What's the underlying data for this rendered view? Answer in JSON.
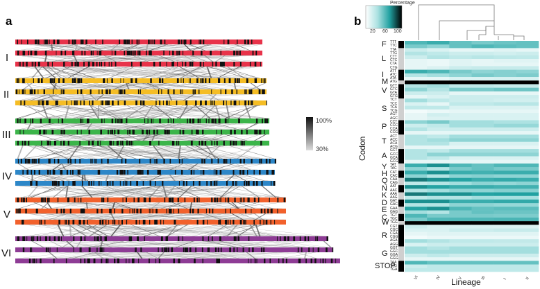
{
  "panel_a": {
    "label": "a",
    "lineages": [
      {
        "label": "I",
        "color": "#e8334a"
      },
      {
        "label": "II",
        "color": "#f5bd25"
      },
      {
        "label": "III",
        "color": "#3cb54a"
      },
      {
        "label": "IV",
        "color": "#2d87c8"
      },
      {
        "label": "V",
        "color": "#f2612c"
      },
      {
        "label": "VI",
        "color": "#8e3c95"
      }
    ],
    "identity_scale": {
      "max_label": "100%",
      "min_label": "30%"
    }
  },
  "panel_b": {
    "label": "b",
    "color_key": {
      "title": "Percentage",
      "ticks": [
        "20",
        "60",
        "100"
      ]
    },
    "ylabel": "Codon",
    "xlabel": "Lineage",
    "columns": [
      "VI",
      "IV",
      "V",
      "III",
      "I",
      "II"
    ],
    "groups": [
      {
        "aa": "F",
        "codons": [
          "TTT",
          "TTC"
        ],
        "bar": "#000000"
      },
      {
        "aa": "L",
        "codons": [
          "TTA",
          "TTG",
          "CTT",
          "CTC",
          "CTA",
          "CTG"
        ],
        "bar": "#000000"
      },
      {
        "aa": "I",
        "codons": [
          "ATT",
          "ATC",
          "ATA"
        ],
        "bar": "#000000"
      },
      {
        "aa": "M",
        "codons": [
          "ATG"
        ],
        "bar": "#000000"
      },
      {
        "aa": "V",
        "codons": [
          "GTT",
          "GTC",
          "GTA",
          "GTG"
        ],
        "bar": "#000000"
      },
      {
        "aa": "S",
        "codons": [
          "TCT",
          "TCC",
          "TCA",
          "TCG",
          "AGT",
          "AGC"
        ],
        "bar": "#000000"
      },
      {
        "aa": "P",
        "codons": [
          "CCT",
          "CCC",
          "CCA",
          "CCG"
        ],
        "bar": "#000000"
      },
      {
        "aa": "T",
        "codons": [
          "ACT",
          "ACC",
          "ACA",
          "ACG"
        ],
        "bar": "#000000"
      },
      {
        "aa": "A",
        "codons": [
          "GCT",
          "GCC",
          "GCA",
          "GCG"
        ],
        "bar": "#000000"
      },
      {
        "aa": "Y",
        "codons": [
          "TAT",
          "TAC"
        ],
        "bar": "#000000"
      },
      {
        "aa": "H",
        "codons": [
          "CAT",
          "CAC"
        ],
        "bar": "#000000"
      },
      {
        "aa": "Q",
        "codons": [
          "CAA",
          "CAG"
        ],
        "bar": "#000000"
      },
      {
        "aa": "N",
        "codons": [
          "AAT",
          "AAC"
        ],
        "bar": "#000000"
      },
      {
        "aa": "K",
        "codons": [
          "AAA",
          "AAG"
        ],
        "bar": "#000000"
      },
      {
        "aa": "D",
        "codons": [
          "GAT",
          "GAC"
        ],
        "bar": "#000000"
      },
      {
        "aa": "E",
        "codons": [
          "GAA",
          "GAG"
        ],
        "bar": "#000000"
      },
      {
        "aa": "C",
        "codons": [
          "TGT",
          "TGC"
        ],
        "bar": "#000000"
      },
      {
        "aa": "W",
        "codons": [
          "TGG"
        ],
        "bar": "#000000"
      },
      {
        "aa": "R",
        "codons": [
          "CGT",
          "CGC",
          "CGA",
          "CGG",
          "AGA",
          "AGG"
        ],
        "bar": "#000000"
      },
      {
        "aa": "G",
        "codons": [
          "GGT",
          "GGC",
          "GGA",
          "GGG"
        ],
        "bar": "#000000"
      },
      {
        "aa": "STOP",
        "codons": [
          "TAA",
          "TAG",
          "TGA"
        ],
        "bar": "#000000"
      }
    ],
    "values": [
      [
        55,
        60,
        50,
        45,
        48,
        50
      ],
      [
        45,
        40,
        50,
        55,
        52,
        50
      ],
      [
        20,
        15,
        10,
        10,
        12,
        10
      ],
      [
        30,
        25,
        20,
        20,
        18,
        20
      ],
      [
        20,
        30,
        25,
        28,
        26,
        25
      ],
      [
        10,
        8,
        12,
        10,
        12,
        12
      ],
      [
        10,
        8,
        12,
        10,
        10,
        10
      ],
      [
        10,
        14,
        20,
        22,
        22,
        22
      ],
      [
        60,
        55,
        45,
        40,
        42,
        40
      ],
      [
        30,
        35,
        40,
        45,
        42,
        44
      ],
      [
        10,
        10,
        15,
        15,
        16,
        16
      ],
      [
        100,
        100,
        100,
        100,
        100,
        100
      ],
      [
        30,
        35,
        25,
        25,
        22,
        22
      ],
      [
        40,
        30,
        45,
        45,
        48,
        48
      ],
      [
        20,
        20,
        10,
        10,
        10,
        10
      ],
      [
        10,
        15,
        20,
        20,
        20,
        20
      ],
      [
        35,
        25,
        20,
        20,
        18,
        18
      ],
      [
        15,
        10,
        25,
        25,
        28,
        28
      ],
      [
        25,
        25,
        15,
        15,
        14,
        14
      ],
      [
        5,
        8,
        10,
        10,
        10,
        10
      ],
      [
        10,
        18,
        15,
        15,
        15,
        15
      ],
      [
        10,
        14,
        15,
        15,
        15,
        15
      ],
      [
        40,
        45,
        35,
        35,
        32,
        32
      ],
      [
        20,
        25,
        35,
        35,
        38,
        38
      ],
      [
        30,
        20,
        20,
        20,
        20,
        20
      ],
      [
        10,
        10,
        10,
        10,
        10,
        10
      ],
      [
        30,
        25,
        35,
        35,
        35,
        35
      ],
      [
        30,
        35,
        40,
        40,
        40,
        40
      ],
      [
        30,
        30,
        15,
        15,
        15,
        15
      ],
      [
        10,
        10,
        10,
        10,
        10,
        10
      ],
      [
        30,
        25,
        35,
        35,
        35,
        35
      ],
      [
        30,
        40,
        40,
        40,
        40,
        40
      ],
      [
        30,
        25,
        15,
        15,
        15,
        15
      ],
      [
        10,
        10,
        10,
        10,
        10,
        10
      ],
      [
        60,
        70,
        55,
        50,
        55,
        55
      ],
      [
        40,
        30,
        45,
        50,
        45,
        45
      ],
      [
        60,
        70,
        60,
        58,
        60,
        60
      ],
      [
        40,
        30,
        40,
        42,
        40,
        40
      ],
      [
        75,
        70,
        65,
        60,
        62,
        60
      ],
      [
        25,
        30,
        35,
        40,
        38,
        40
      ],
      [
        70,
        65,
        60,
        60,
        58,
        58
      ],
      [
        30,
        35,
        40,
        40,
        42,
        42
      ],
      [
        75,
        70,
        70,
        65,
        66,
        66
      ],
      [
        25,
        30,
        30,
        35,
        34,
        34
      ],
      [
        70,
        70,
        60,
        60,
        62,
        62
      ],
      [
        30,
        30,
        40,
        40,
        38,
        38
      ],
      [
        65,
        70,
        55,
        50,
        52,
        52
      ],
      [
        35,
        30,
        45,
        50,
        48,
        48
      ],
      [
        55,
        45,
        45,
        45,
        44,
        44
      ],
      [
        45,
        55,
        55,
        55,
        56,
        56
      ],
      [
        100,
        100,
        100,
        100,
        100,
        100
      ],
      [
        20,
        15,
        15,
        15,
        14,
        14
      ],
      [
        15,
        15,
        20,
        20,
        22,
        22
      ],
      [
        10,
        12,
        12,
        12,
        12,
        12
      ],
      [
        5,
        8,
        8,
        8,
        8,
        8
      ],
      [
        35,
        30,
        25,
        25,
        24,
        24
      ],
      [
        15,
        20,
        20,
        20,
        20,
        20
      ],
      [
        35,
        30,
        35,
        35,
        35,
        35
      ],
      [
        35,
        35,
        35,
        35,
        35,
        35
      ],
      [
        20,
        25,
        20,
        20,
        20,
        20
      ],
      [
        10,
        10,
        10,
        10,
        10,
        10
      ],
      [
        55,
        50,
        50,
        50,
        50,
        50
      ],
      [
        20,
        25,
        25,
        25,
        25,
        25
      ],
      [
        25,
        25,
        25,
        25,
        25,
        25
      ]
    ]
  }
}
